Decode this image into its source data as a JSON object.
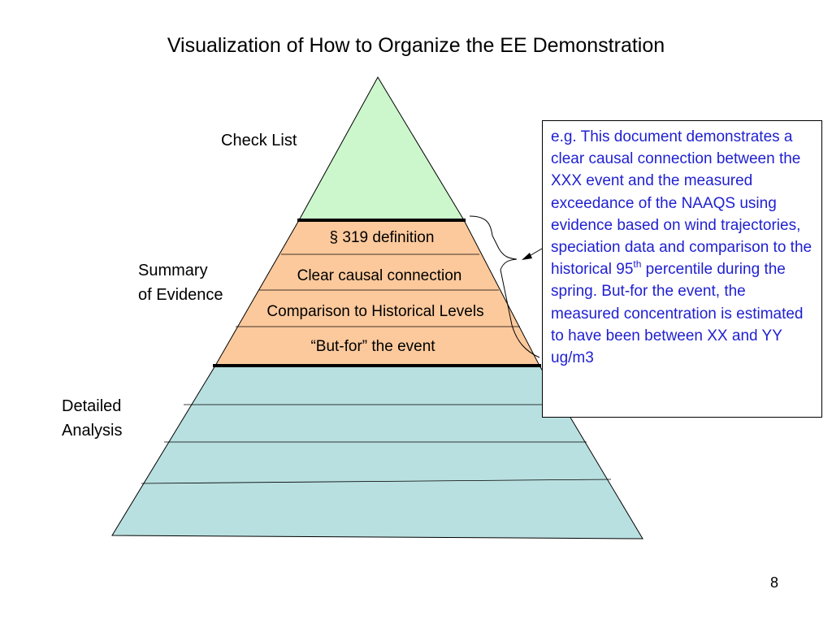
{
  "title": "Visualization of How to Organize the EE Demonstration",
  "tiers": {
    "top": {
      "label": "Check List",
      "color": "#ccf7cc"
    },
    "middle": {
      "label_line1": "Summary",
      "label_line2": "of Evidence",
      "color": "#fcc99c",
      "layers": [
        "§ 319 definition",
        "Clear causal connection",
        "Comparison to Historical Levels",
        "“But-for” the event"
      ]
    },
    "bottom": {
      "label_line1": "Detailed",
      "label_line2": "Analysis",
      "color": "#b9e0e0"
    }
  },
  "callout": {
    "text_before_sup": "e.g. This document demonstrates a clear causal connection between the XXX event and the measured exceedance of the NAAQS using evidence based on wind trajectories, speciation data and comparison to the historical 95",
    "sup": "th",
    "text_after_sup": " percentile during the spring. But-for the event, the measured concentration is estimated to have been between XX and YY ug/m3",
    "color": "#1f1fd1"
  },
  "page_number": "8"
}
